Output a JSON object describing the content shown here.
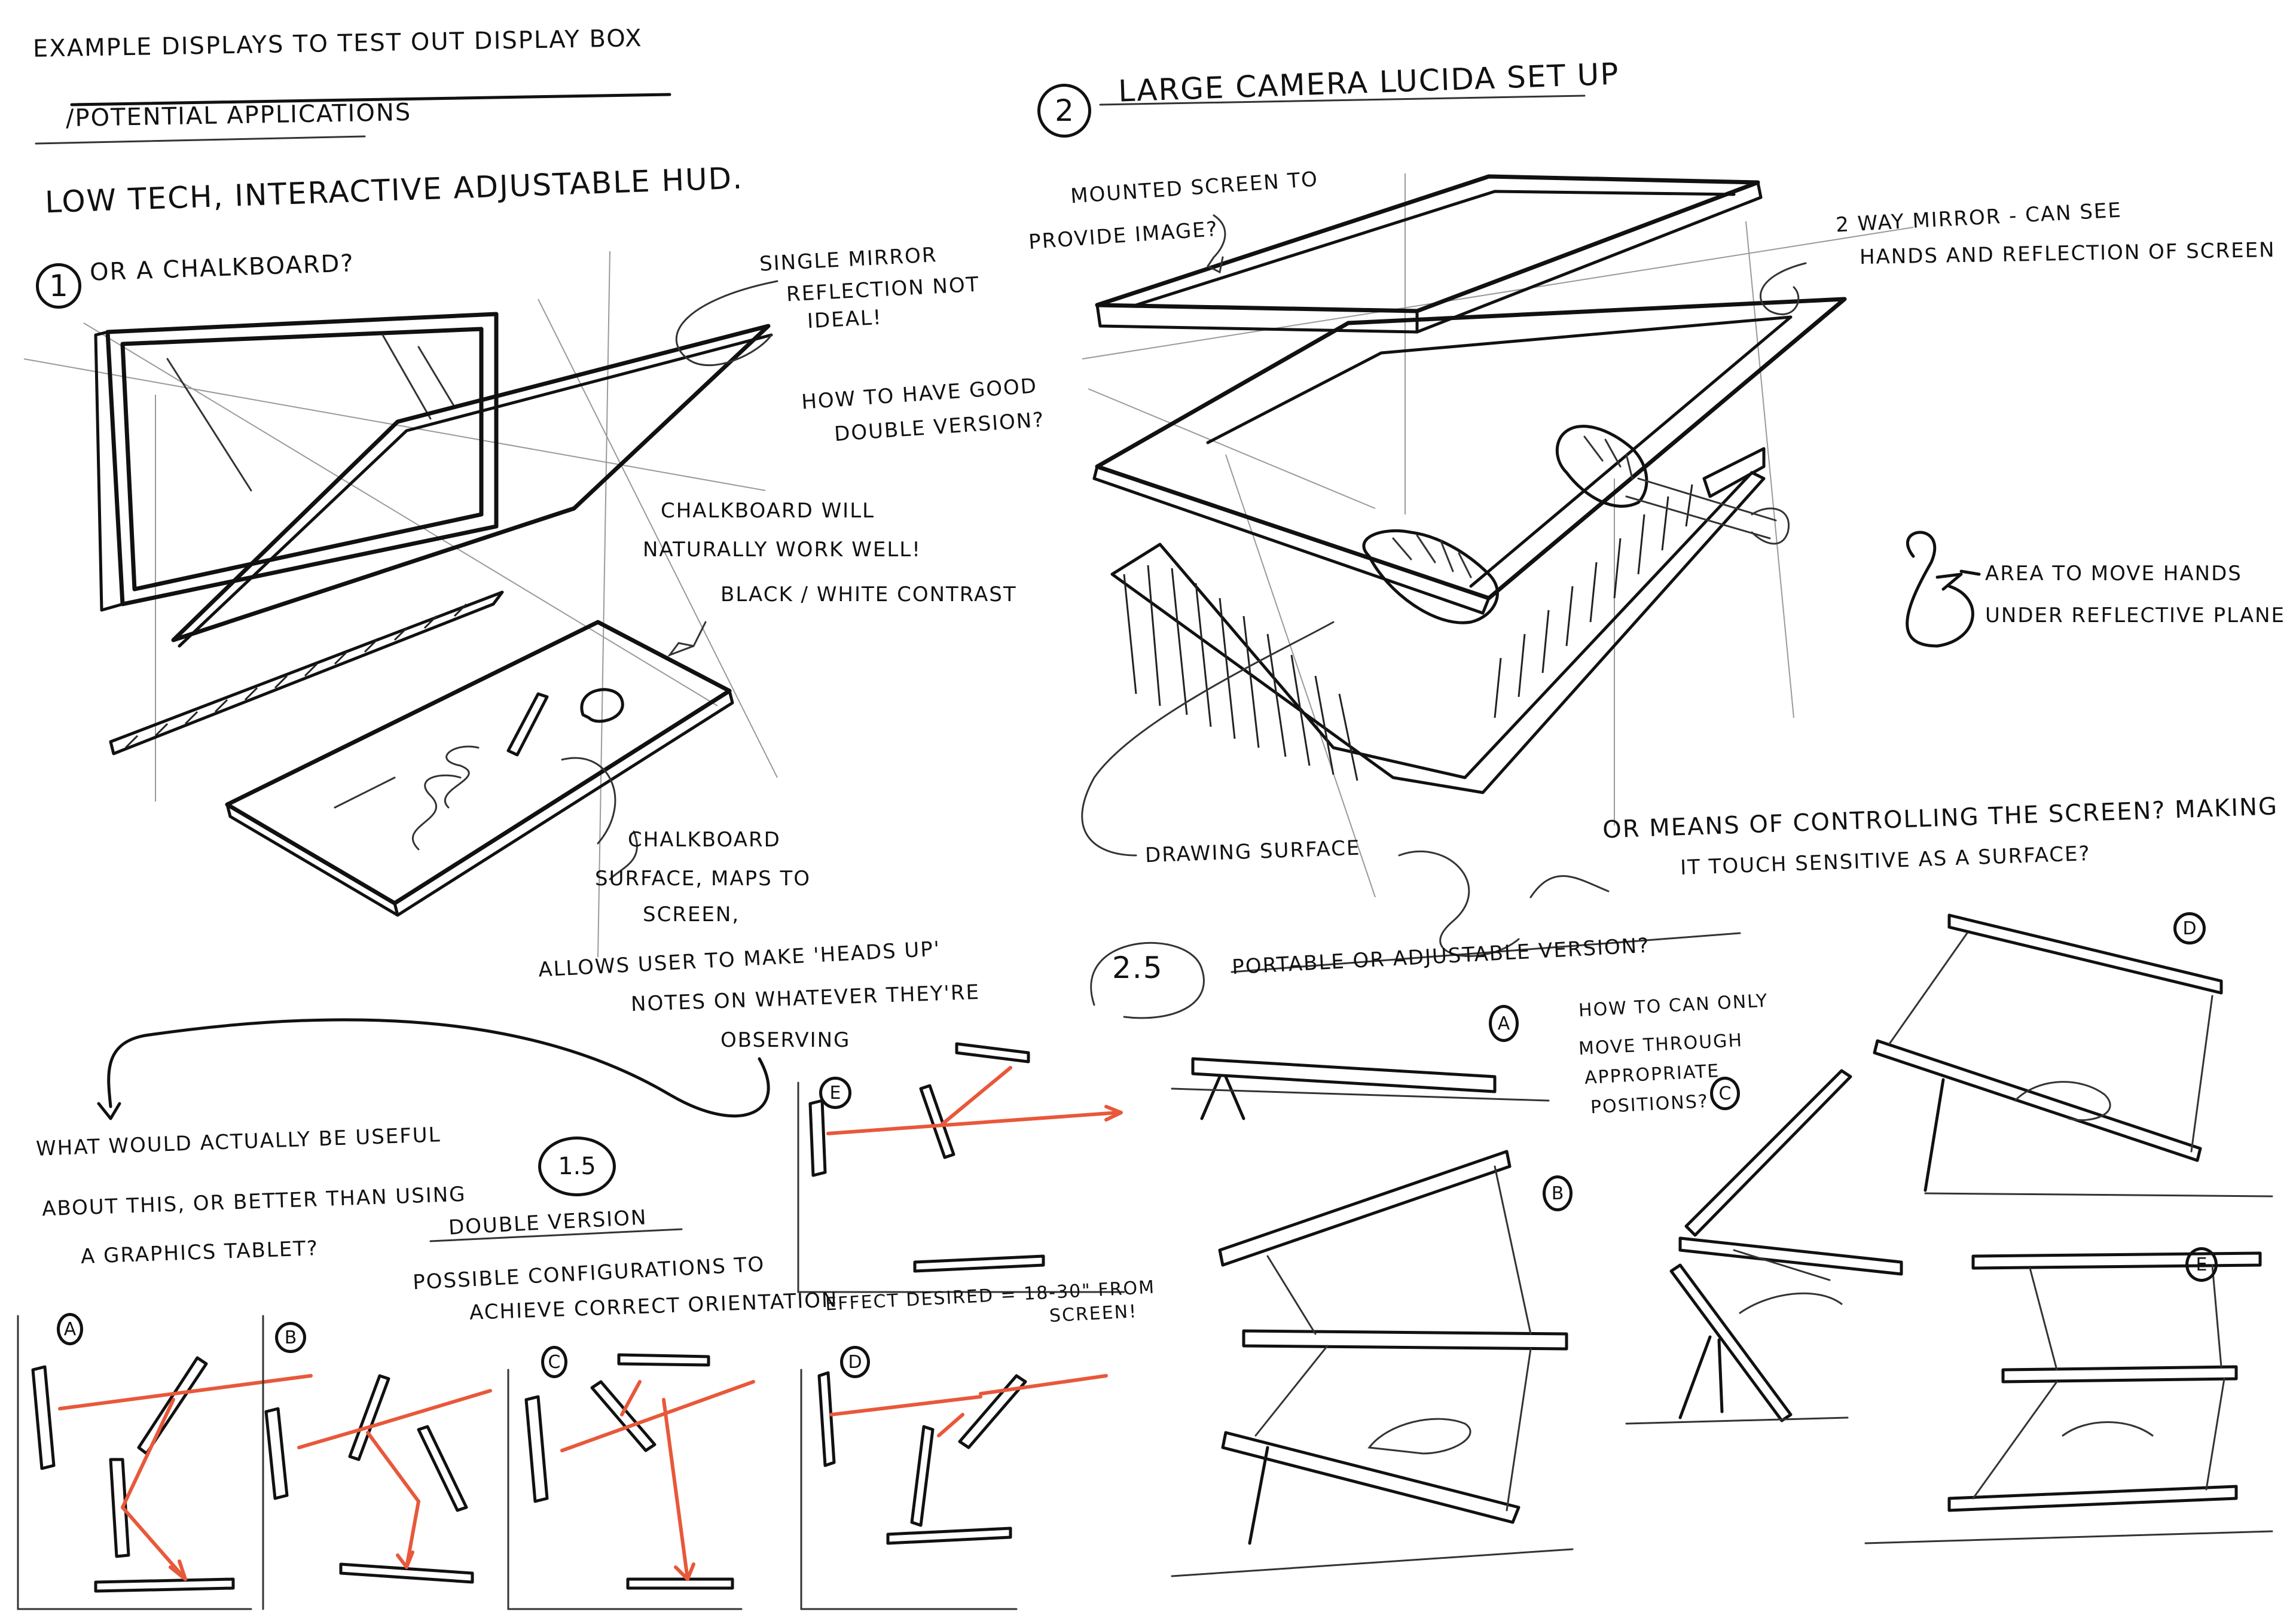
{
  "header": {
    "line1": "EXAMPLE DISPLAYS TO TEST OUT DISPLAY BOX",
    "line2": "/POTENTIAL APPLICATIONS",
    "line3": "LOW TECH, INTERACTIVE ADJUSTABLE HUD."
  },
  "section1": {
    "number": "1",
    "title": "OR A CHALKBOARD?",
    "note_mirror": [
      "SINGLE MIRROR",
      "REFLECTION NOT",
      "IDEAL!"
    ],
    "note_double": [
      "HOW TO HAVE GOOD",
      "DOUBLE VERSION?"
    ],
    "note_chalk": [
      "CHALKBOARD WILL",
      "NATURALLY WORK WELL!",
      "BLACK / WHITE CONTRAST"
    ],
    "note_surface": [
      "CHALKBOARD",
      "SURFACE, MAPS TO",
      "SCREEN,"
    ],
    "note_allows": [
      "ALLOWS USER TO MAKE 'HEADS UP'",
      "NOTES ON WHATEVER THEY'RE",
      "OBSERVING"
    ],
    "note_useful": [
      "WHAT WOULD ACTUALLY BE USEFUL",
      "ABOUT THIS, OR BETTER THAN USING",
      "A GRAPHICS TABLET?"
    ]
  },
  "section15": {
    "number": "1.5",
    "title": "DOUBLE VERSION",
    "subtitle": [
      "POSSIBLE CONFIGURATIONS TO",
      "ACHIEVE CORRECT ORIENTATION"
    ],
    "effect": [
      "EFFECT DESIRED = 18-30\" FROM",
      "SCREEN!"
    ],
    "configs": [
      "A",
      "B",
      "C",
      "D",
      "E"
    ]
  },
  "section2": {
    "number": "2",
    "title": "LARGE CAMERA LUCIDA SET UP",
    "note_screen": [
      "MOUNTED SCREEN TO",
      "PROVIDE IMAGE?"
    ],
    "note_mirror": [
      "2 WAY MIRROR - CAN SEE",
      "HANDS AND REFLECTION OF SCREEN"
    ],
    "note_area": [
      "AREA TO MOVE HANDS",
      "UNDER REFLECTIVE PLANE"
    ],
    "note_drawing": "DRAWING SURFACE",
    "note_control": [
      "OR MEANS OF CONTROLLING THE SCREEN? MAKING",
      "IT TOUCH SENSITIVE AS A SURFACE?"
    ]
  },
  "section25": {
    "number": "2.5",
    "title": "PORTABLE OR ADJUSTABLE VERSION?",
    "note_positions": [
      "HOW TO CAN ONLY",
      "MOVE THROUGH",
      "APPROPRIATE",
      "POSITIONS?"
    ],
    "variants": [
      "A",
      "B",
      "C",
      "D",
      "E"
    ]
  },
  "colors": {
    "ink": "#111111",
    "accent": "#e8583a",
    "paper": "#ffffff"
  }
}
